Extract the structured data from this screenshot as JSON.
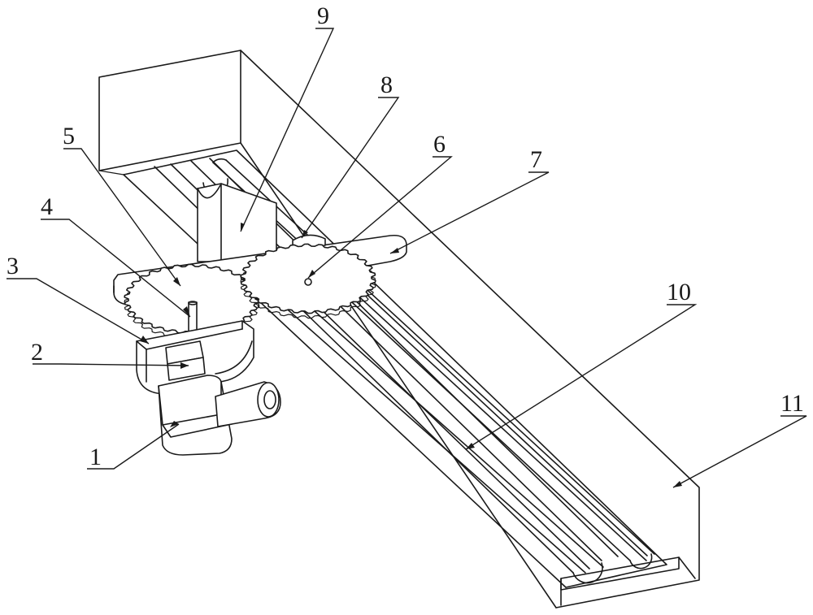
{
  "callouts": [
    {
      "id": "1",
      "text": "1"
    },
    {
      "id": "2",
      "text": "2"
    },
    {
      "id": "3",
      "text": "3"
    },
    {
      "id": "4",
      "text": "4"
    },
    {
      "id": "5",
      "text": "5"
    },
    {
      "id": "6",
      "text": "6"
    },
    {
      "id": "7",
      "text": "7"
    },
    {
      "id": "8",
      "text": "8"
    },
    {
      "id": "9",
      "text": "9"
    },
    {
      "id": "10",
      "text": "10"
    },
    {
      "id": "11",
      "text": "11"
    }
  ],
  "colors": {
    "stroke": "#1a1a1a",
    "background": "#ffffff"
  }
}
